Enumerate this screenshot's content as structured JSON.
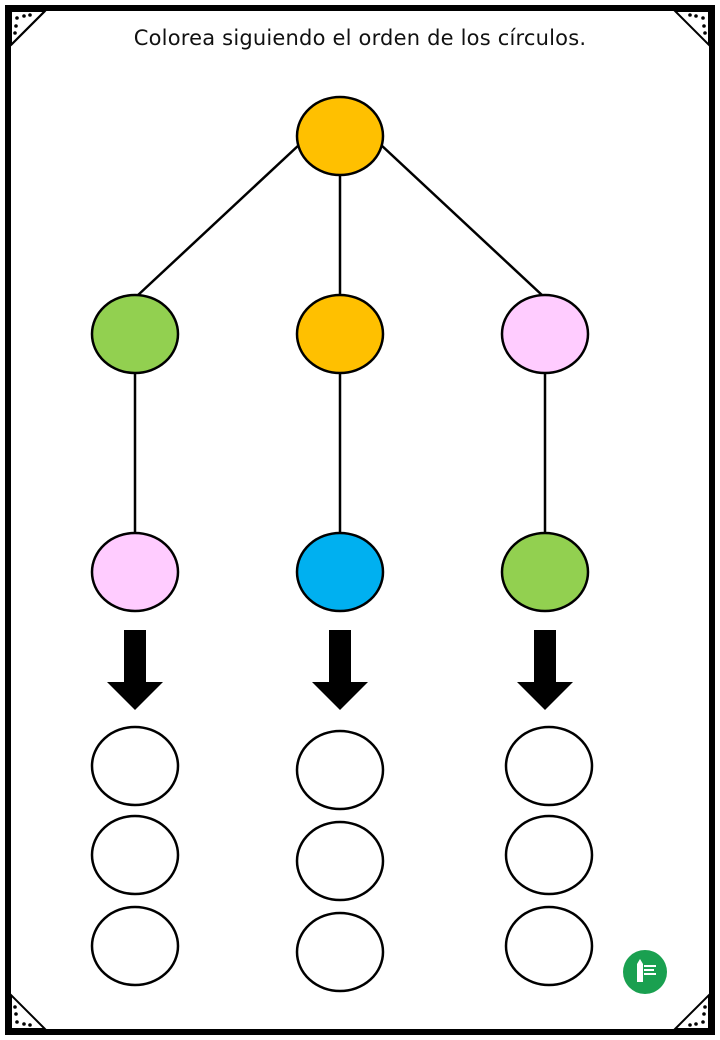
{
  "worksheet": {
    "instruction": "Colorea siguiendo el orden de los círculos."
  },
  "palette": {
    "orange": "#FFC000",
    "green": "#92D050",
    "pink": "#FFCCFF",
    "blue": "#00B0F0",
    "empty": "#FFFFFF",
    "logo": "#1AA050"
  },
  "tree": {
    "root": "orange",
    "branches": [
      {
        "middle": "green",
        "bottom": "pink",
        "answer_slots": 3
      },
      {
        "middle": "orange",
        "bottom": "blue",
        "answer_slots": 3
      },
      {
        "middle": "pink",
        "bottom": "green",
        "answer_slots": 3
      }
    ]
  },
  "icons": {
    "corner": "dotted-corner-triangle-icon",
    "arrow": "down-arrow-icon",
    "logo": "pencil-logo-icon"
  }
}
